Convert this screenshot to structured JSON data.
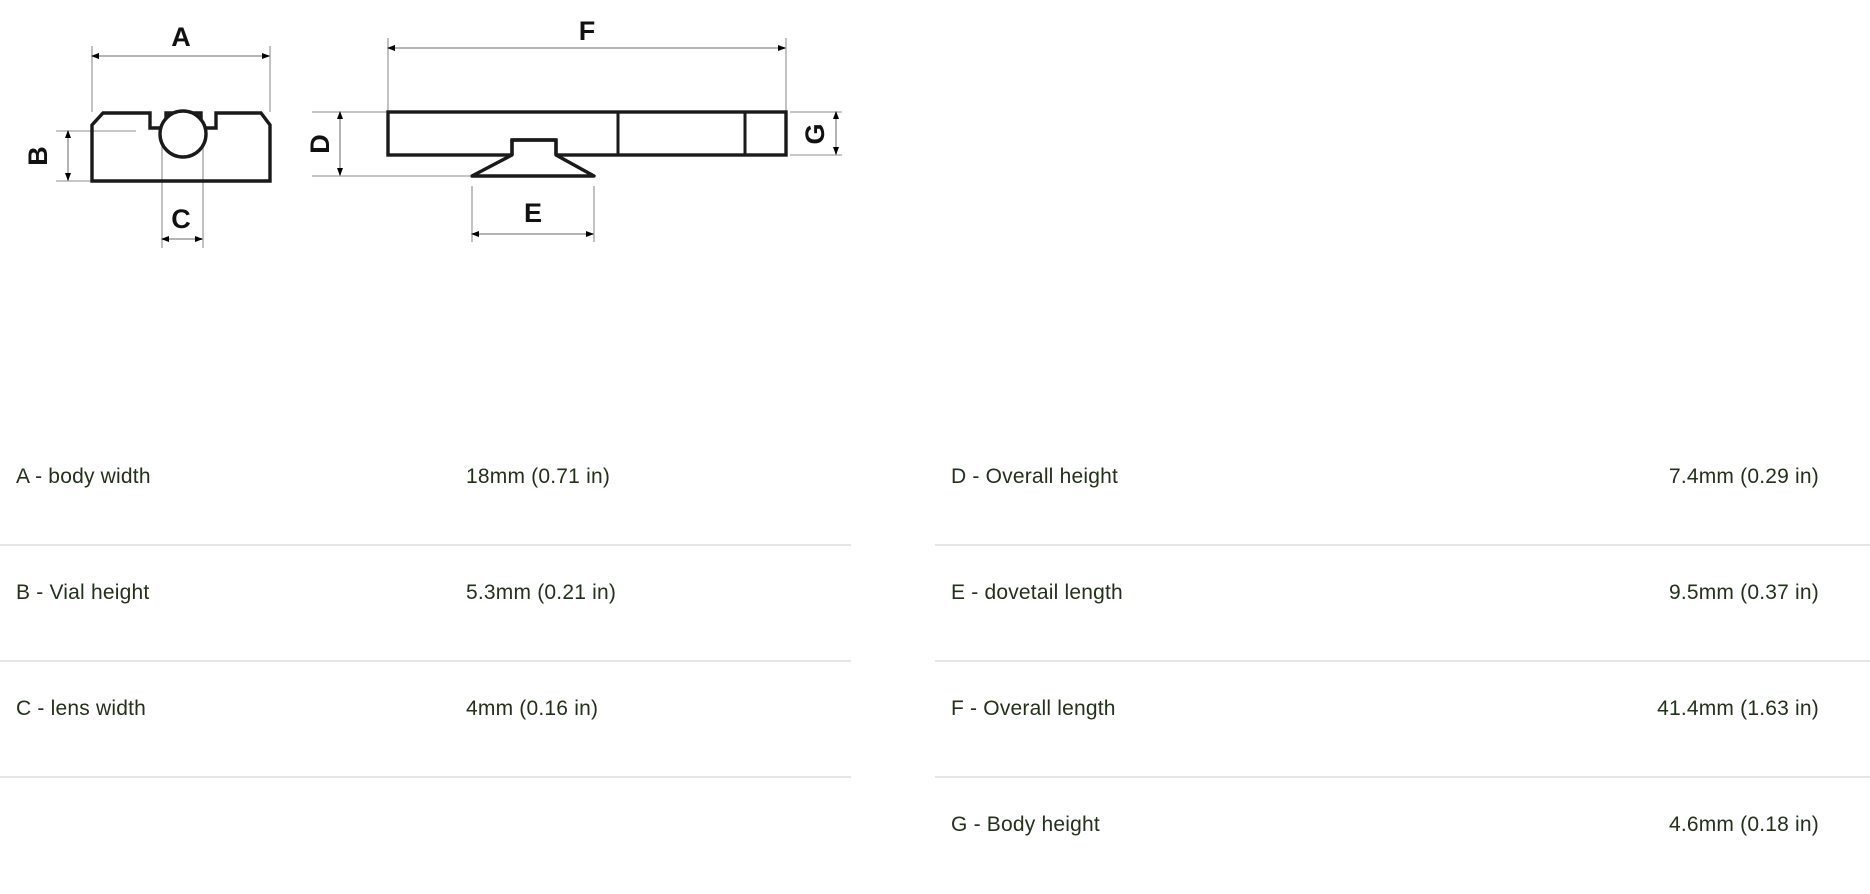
{
  "drawing": {
    "title": "",
    "views": [
      {
        "name": "cross-section-view",
        "callouts": [
          "A",
          "B",
          "C"
        ]
      },
      {
        "name": "side-view",
        "callouts": [
          "D",
          "E",
          "F",
          "G"
        ]
      }
    ],
    "labels": {
      "a": "A",
      "b": "B",
      "c": "C",
      "d": "D",
      "e": "E",
      "f": "F",
      "g": "G"
    },
    "colors": {
      "outline": "#1a1a1a",
      "dimension_line": "#b3b3b3",
      "arrow": "#000000",
      "background": "#ffffff"
    }
  },
  "spec": {
    "left_column": [
      {
        "label": "A - body width",
        "value": "18mm (0.71 in)"
      },
      {
        "label": "B - Vial height",
        "value": "5.3mm (0.21 in)"
      },
      {
        "label": "C - lens width",
        "value": "4mm (0.16 in)"
      }
    ],
    "right_column": [
      {
        "label": "D - Overall height",
        "value": "7.4mm (0.29 in)"
      },
      {
        "label": "E - dovetail length",
        "value": "9.5mm (0.37 in)"
      },
      {
        "label": "F - Overall length",
        "value": "41.4mm (1.63 in)"
      },
      {
        "label": "G - Body height",
        "value": "4.6mm (0.18 in)"
      }
    ],
    "colors": {
      "text": "#22311a",
      "divider": "#e6e6e6"
    }
  }
}
